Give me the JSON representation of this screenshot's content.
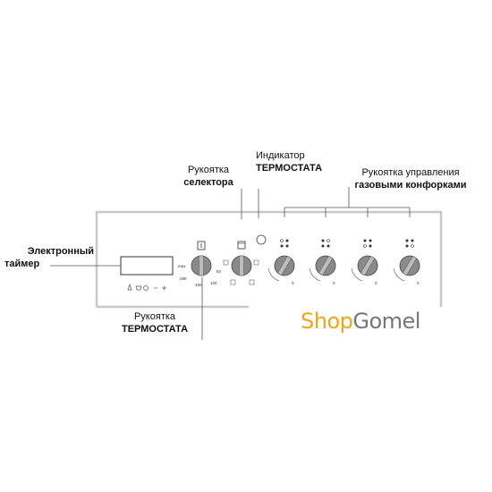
{
  "labels": {
    "timer": {
      "line1": "Электронный",
      "line2": "таймер"
    },
    "selector": {
      "line1": "Рукоятка",
      "line2": "селектора"
    },
    "thermostat_indicator": {
      "line1": "Индикатор",
      "line2": "ТЕРМОСТАТА"
    },
    "gas_burners": {
      "line1": "Рукоятка управления",
      "line2": "газовыми конфорками"
    },
    "thermostat_knob": {
      "line1": "Рукоятка",
      "line2": "ТЕРМОСТАТА"
    }
  },
  "thermostat_scale": {
    "max": "max",
    "t1": "280",
    "t2": "150",
    "t3": "100",
    "t4": "50"
  },
  "burner_scale": {
    "off": "0"
  },
  "watermark": {
    "part1": "Shop",
    "part2": "Gomel"
  },
  "colors": {
    "panel_line": "#c8c8c8",
    "shop": "#f2a516",
    "gomel": "#777777"
  }
}
